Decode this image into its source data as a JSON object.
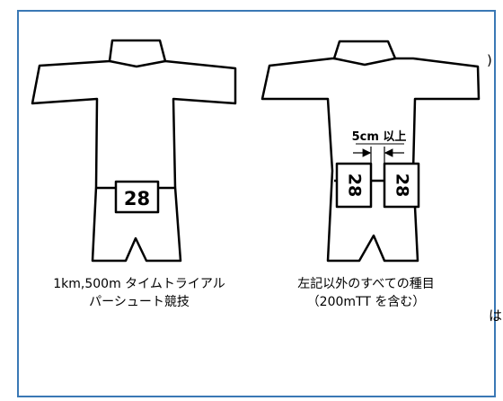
{
  "edge_text": {
    "paren": ")",
    "ha": "は"
  },
  "left_figure": {
    "bib_number": "28",
    "caption_line1": "1km,500m タイムトライアル",
    "caption_line2": "パーシュート競技"
  },
  "right_figure": {
    "bib_left": "28",
    "bib_right": "28",
    "gap_label": "5cm 以上",
    "caption_line1": "左記以外のすべての種目",
    "caption_line2": "（200mTT を含む）"
  }
}
